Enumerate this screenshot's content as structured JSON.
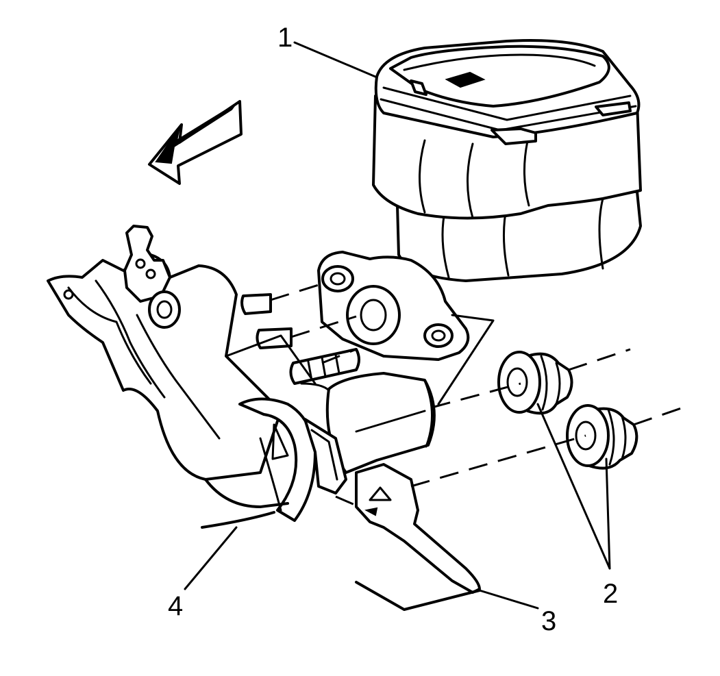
{
  "callouts": [
    {
      "id": "1",
      "label": "1"
    },
    {
      "id": "2",
      "label": "2"
    },
    {
      "id": "3",
      "label": "3"
    },
    {
      "id": "4",
      "label": "4"
    }
  ],
  "colors": {
    "ink": "#000000",
    "paper": "#ffffff"
  },
  "icons": {
    "direction_arrow": "direction-arrow-icon"
  }
}
